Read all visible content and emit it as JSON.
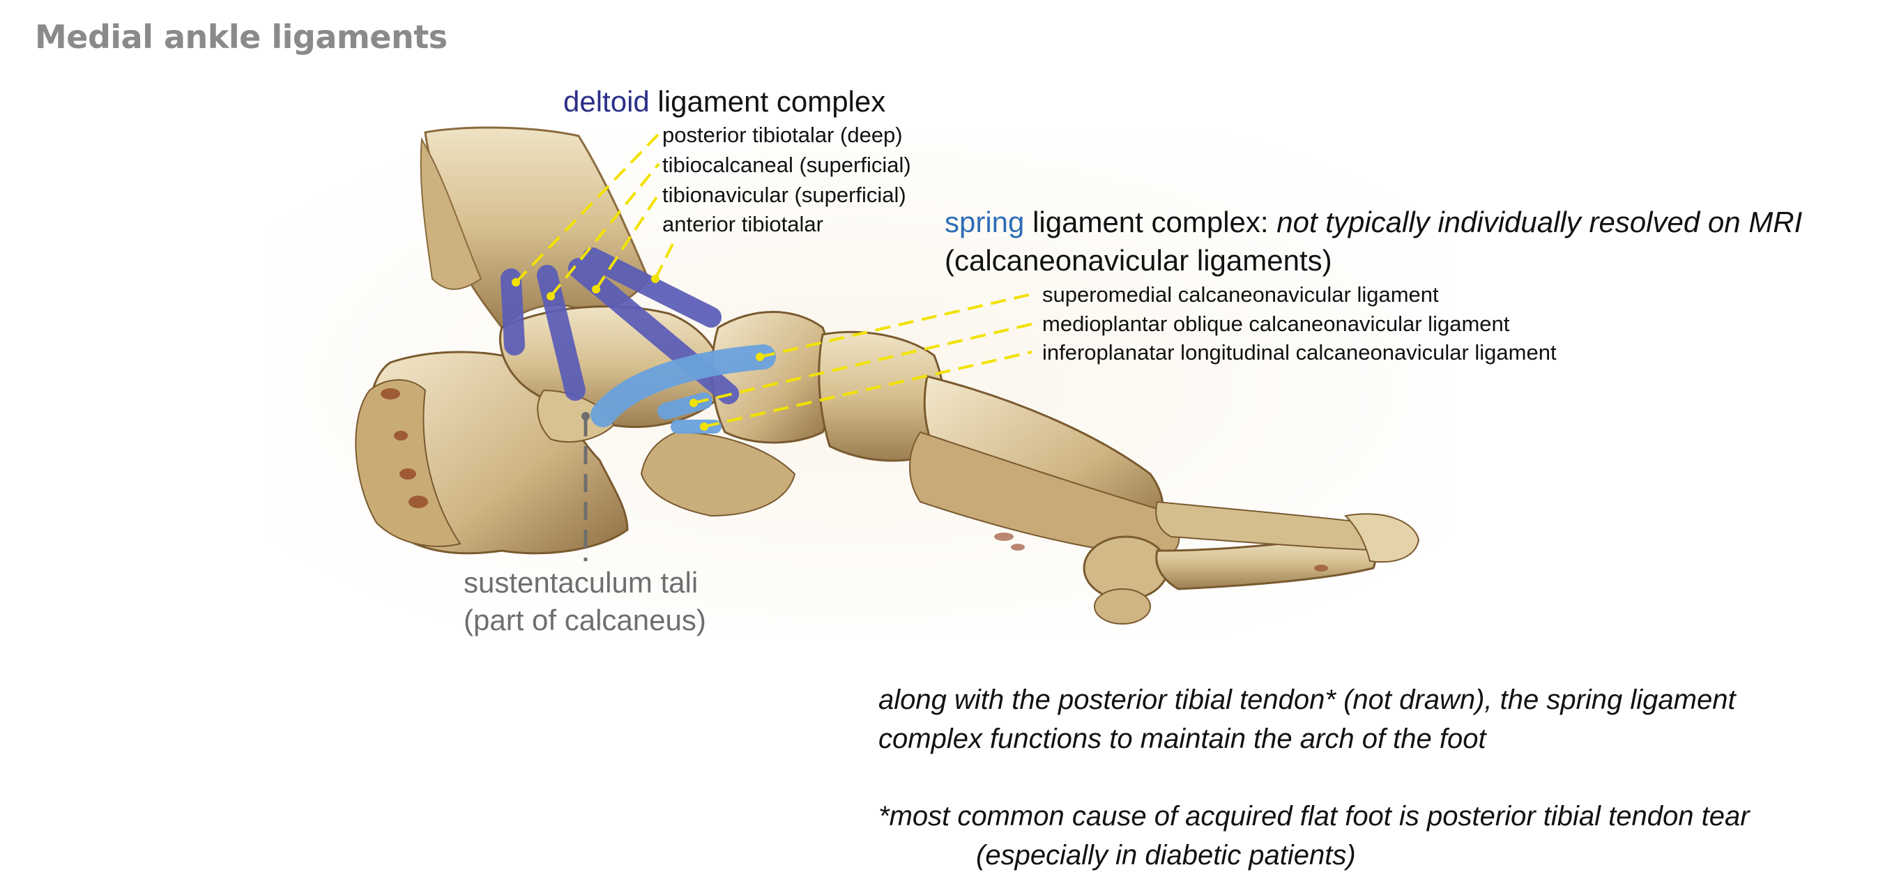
{
  "title": "Medial ankle ligaments",
  "deltoid": {
    "keyword": "deltoid",
    "rest": " ligament complex",
    "items": [
      "posterior tibiotalar (deep)",
      "tibiocalcaneal (superficial)",
      "tibionavicular (superficial)",
      "anterior tibiotalar"
    ]
  },
  "spring": {
    "keyword": "spring",
    "rest": " ligament complex: ",
    "italic_note": "not typically individually resolved on MRI",
    "line2": "(calcaneonavicular ligaments)",
    "items": [
      "superomedial calcaneonavicular ligament",
      "medioplantar oblique calcaneonavicular ligament",
      "inferoplanatar longitudinal calcaneonavicular ligament"
    ]
  },
  "sustentaculum": {
    "line1": "sustentaculum tali",
    "line2": "(part of calcaneus)"
  },
  "notes": {
    "line1": "along with the posterior tibial tendon* (not drawn), the spring ligament",
    "line2": "complex functions to maintain the arch of the foot",
    "footnote1": "*most common cause of acquired flat foot is posterior tibial tendon tear",
    "footnote2": "(especially in diabetic patients)"
  },
  "colors": {
    "deltoid": "#5a5cb8",
    "spring": "#6aa2dd",
    "leader": "#f2e200",
    "bone": "#d8c59a"
  }
}
